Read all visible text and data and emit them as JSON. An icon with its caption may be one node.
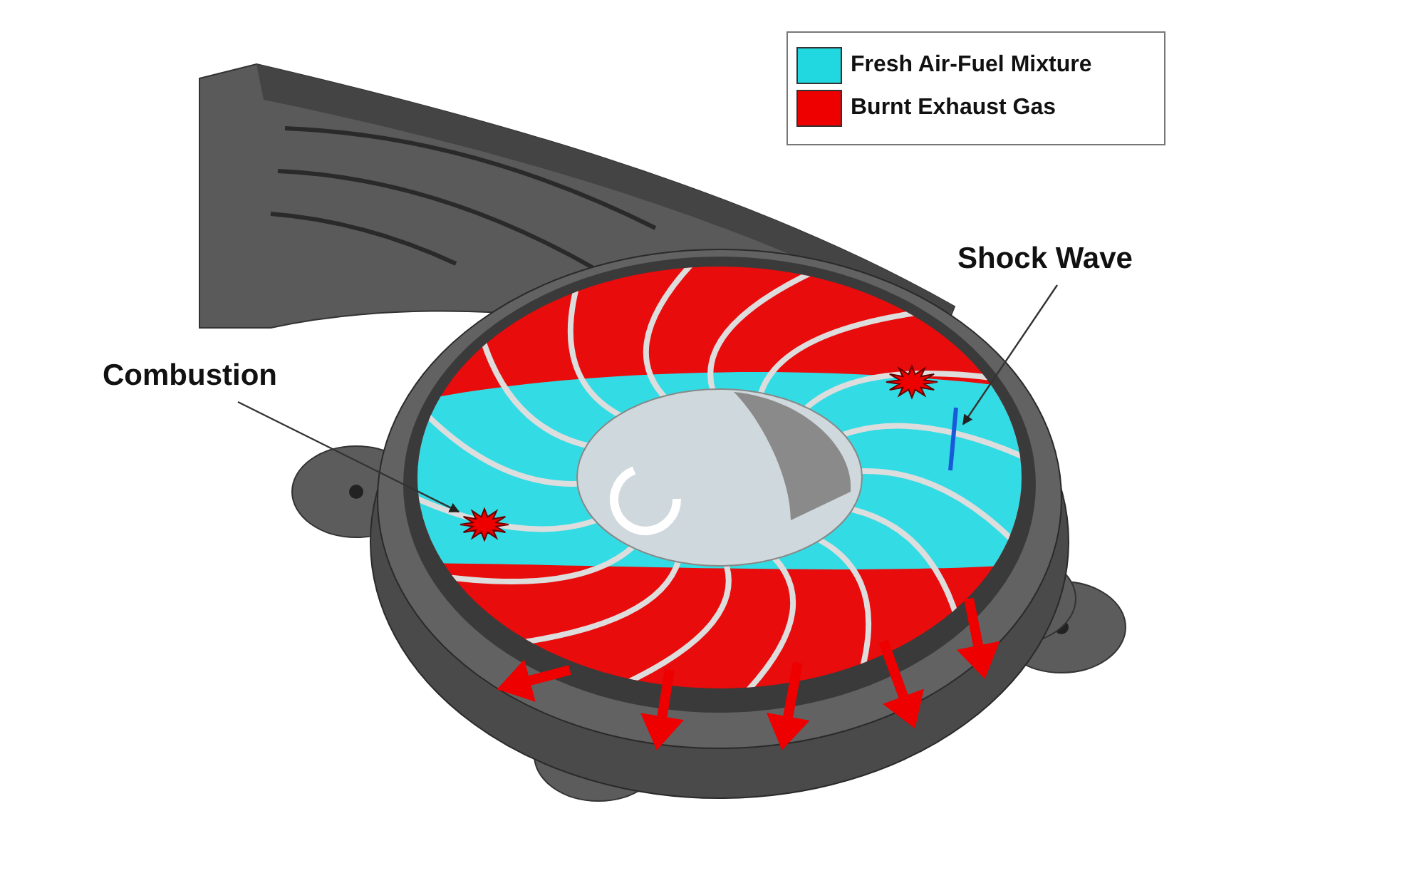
{
  "diagram": {
    "nodes": [
      {
        "text": [
          "Combustion"
        ]
      },
      {
        "text": [],
        "shape": "star"
      },
      {
        "text": [
          "Shock Wave"
        ]
      },
      {
        "text": [],
        "shape": "line"
      }
    ],
    "edges": [
      {
        "from": 0,
        "to": 1,
        "arrow": "to"
      },
      {
        "from": 2,
        "to": 3,
        "arrow": "to"
      }
    ],
    "legend": [
      {
        "text": "Fresh Air-Fuel Mixture",
        "color": "#22d8e0"
      },
      {
        "text": "Burnt Exhaust Gas",
        "color": "#ee0000"
      }
    ]
  }
}
